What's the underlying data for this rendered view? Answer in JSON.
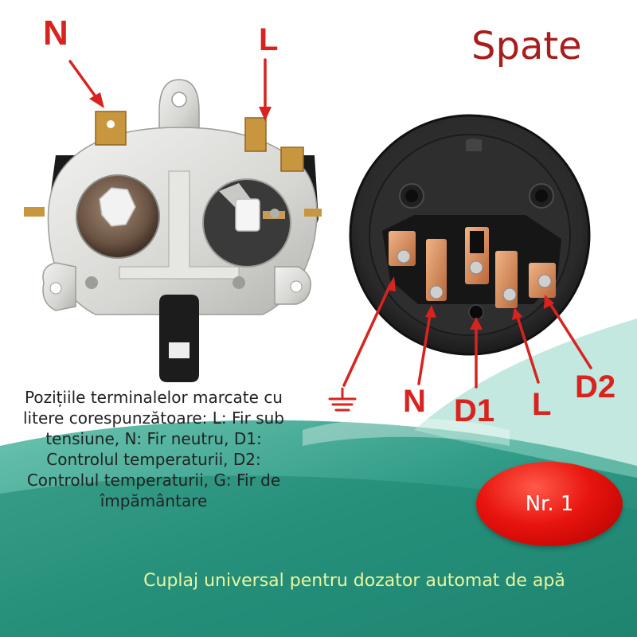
{
  "header": {
    "title": "Spate"
  },
  "left_part": {
    "labels": {
      "n": "N",
      "l": "L"
    }
  },
  "right_part": {
    "labels": {
      "n": "N",
      "d1": "D1",
      "l": "L",
      "d2": "D2"
    },
    "ground_icon": "ground-icon"
  },
  "description": "Pozițiile terminalelor marcate cu litere corespunzătoare: L: Fir sub tensiune, N: Fir neutru, D1: Controlul temperaturii, D2: Controlul temperaturii, G: Fir de împământare",
  "badge": {
    "label": "Nr. 1"
  },
  "footer": {
    "caption": "Cuplaj universal pentru dozator automat de apă"
  },
  "colors": {
    "label_red": "#d8231f",
    "title_red": "#a81d1d",
    "teal": "#2f9a86",
    "badge_red": "#e8140e",
    "caption_yellow": "#e9f6a0"
  }
}
